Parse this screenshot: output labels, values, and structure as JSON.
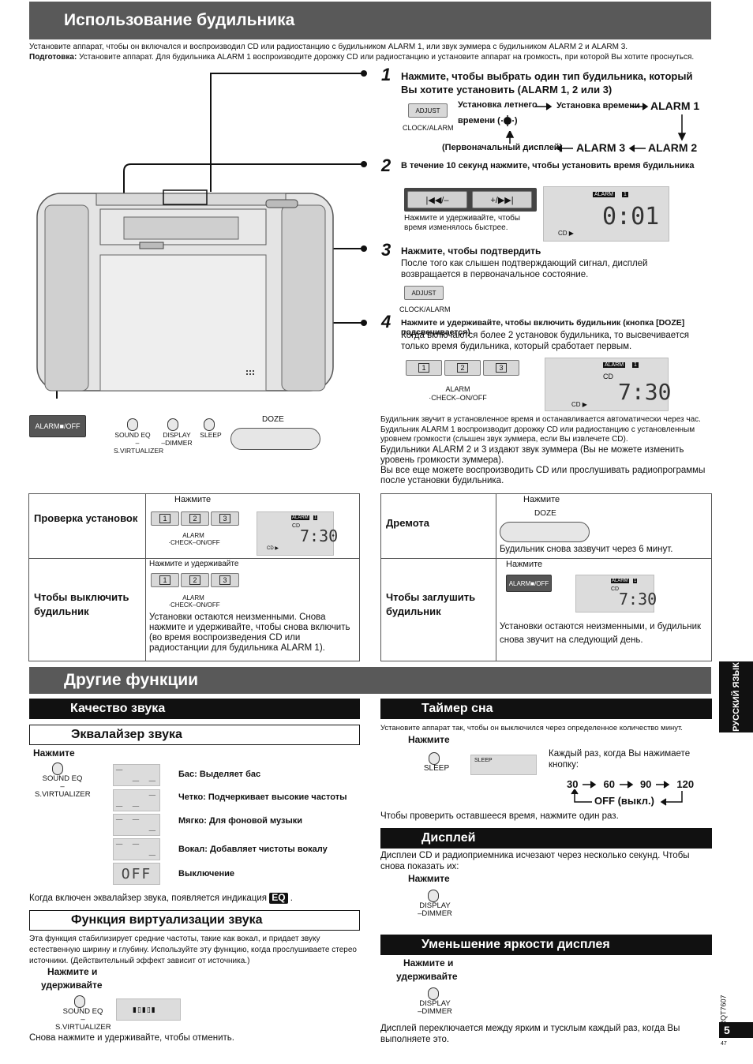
{
  "alarm_section": {
    "title": "Использование будильника",
    "intro": "Установите аппарат, чтобы он включался и воспроизводил CD или радиостанцию с будильником ALARM 1, или звук зуммера с будильником ALARM 2 и ALARM 3.",
    "prep_label": "Подготовка:",
    "prep_text": "Установите аппарат. Для будильника ALARM 1 воспроизводите дорожку CD или радиостанцию и установите аппарат на громкость, при которой Вы хотите проснуться."
  },
  "steps": [
    {
      "num": "1",
      "text": "Нажмите, чтобы выбрать один тип будильника, который Вы хотите установить (ALARM 1, 2 или 3)"
    },
    {
      "num": "2",
      "text": "В течение 10 секунд нажмите, чтобы установить время будильника"
    },
    {
      "num": "3",
      "text": "Нажмите, чтобы подтвердить",
      "detail": "После того как слышен подтверждающий сигнал, дисплей возвращается в первоначальное состояние."
    },
    {
      "num": "4",
      "text": "Нажмите и удерживайте, чтобы включить будильник (кнопка [DOZE] подсвечивается)",
      "detail": "Когда включаются более 2 установок будильника, то высвечивается только время будильника, который сработает первым."
    }
  ],
  "step1_flow": {
    "adjust": "ADJUST",
    "clock_alarm": "CLOCK/ALARM",
    "summer_time_1": "Установка летнего",
    "summer_time_2": "времени (",
    "summer_time_3": ")",
    "set_time": "Установка времени",
    "alarm1": "ALARM 1",
    "alarm2": "ALARM 2",
    "alarm3": "ALARM 3",
    "initial_display": "(Первоначальный дисплей)"
  },
  "step2": {
    "btn_prev": "|◀◀/–",
    "btn_next": "+/▶▶|",
    "hint": "Нажмите и удерживайте, чтобы время изменялось быстрее.",
    "lcd_alarm": "ALARM",
    "lcd_num": "1",
    "lcd_time": "0:01",
    "lcd_cd": "CD ▶"
  },
  "step3": {
    "adjust": "ADJUST",
    "clock_alarm": "CLOCK/ALARM"
  },
  "step4": {
    "b1": "1",
    "b2": "2",
    "b3": "3",
    "alarm": "ALARM",
    "check": "·CHECK–ON/OFF",
    "lcd_alarm": "ALARM",
    "lcd_num": "1",
    "lcd_cd_top": "CD",
    "lcd_time": "7:30",
    "lcd_cd": "CD ▶"
  },
  "alarm_notes": {
    "n1": "Будильник звучит в установленное время и останавливается автоматически через час.",
    "n2": "Будильник ALARM 1 воспроизводит дорожку CD или радиостанцию с установленным уровнем громкости (слышен звук зуммера, если Вы извлечете CD).",
    "n3": "Будильники ALARM 2 и 3 издают звук зуммера (Вы не можете изменить уровень громкости зуммера).",
    "n4": "Вы все еще можете воспроизводить CD или прослушивать радиопрограммы после установки будильника."
  },
  "device": {
    "alarm_off": "ALARM■/OFF",
    "sound_eq": "SOUND EQ",
    "s_virtualizer": "–S.VIRTUALIZER",
    "display": "DISPLAY",
    "dimmer": "–DIMMER",
    "sleep": "SLEEP",
    "doze": "DOZE"
  },
  "table_left": {
    "row1_label": "Проверка установок",
    "row1_action": "Нажмите",
    "row2_label": "Чтобы выключить будильник",
    "row2_action": "Нажмите и удерживайте",
    "row2_note": "Установки остаются неизменными. Снова нажмите и удерживайте, чтобы снова включить (во время воспроизведения CD или радиостанции для будильника ALARM 1).",
    "b1": "1",
    "b2": "2",
    "b3": "3",
    "alarm": "ALARM",
    "check": "·CHECK–ON/OFF",
    "lcd_alarm": "ALARM",
    "lcd_num": "1",
    "lcd_cd_top": "CD",
    "lcd_time": "7:30",
    "lcd_cd": "CD ▶"
  },
  "table_right": {
    "row1_label": "Дремота",
    "row1_action": "Нажмите",
    "row1_btn": "DOZE",
    "row1_note": "Будильник снова зазвучит через 6 минут.",
    "row2_label": "Чтобы заглушить будильник",
    "row2_action": "Нажмите",
    "row2_btn": "ALARM■/OFF",
    "row2_note": "Установки остаются неизменными, и будильник снова звучит на следующий день.",
    "lcd_alarm": "ALARM",
    "lcd_num": "1",
    "lcd_cd_top": "CD",
    "lcd_time": "7:30"
  },
  "other": {
    "title": "Другие функции",
    "sound_quality": "Качество звука",
    "equalizer": "Эквалайзер звука",
    "press": "Нажмите",
    "sound_eq": "SOUND EQ",
    "s_virtualizer": "–S.VIRTUALIZER",
    "eq_modes": [
      {
        "lcd": "‾ _ _",
        "label": "Бас: Выделяет бас"
      },
      {
        "lcd": "_ _ ‾",
        "label": "Четко: Подчеркивает высокие частоты"
      },
      {
        "lcd": "‾ ‾ _",
        "label": "Мягко: Для фоновой музыки"
      },
      {
        "lcd": "‾ ‾ _",
        "label": "Вокал: Добавляет чистоты вокалу"
      },
      {
        "lcd": "OFF",
        "label": "Выключение"
      }
    ],
    "eq_indicator": "Когда включен эквалайзер звука, появляется индикация",
    "eq_icon": "EQ",
    "virtualizer_title": "Функция виртуализации звука",
    "virtualizer_text": "Эта функция стабилизирует средние частоты, такие как вокал, и придает звуку естественную ширину и глубину. Используйте эту функцию, когда прослушиваете стерео источники. (Действительный эффект зависит от источника.)",
    "press_hold_1": "Нажмите и",
    "press_hold_2": "удерживайте",
    "virt_lcd": "▮▯▮▯▮",
    "cancel_text": "Снова нажмите и удерживайте, чтобы отменить.",
    "sleep_title": "Таймер сна",
    "sleep_intro": "Установите аппарат так, чтобы он выключился через определенное количество минут.",
    "sleep": "SLEEP",
    "sleep_lcd": "SLEEP",
    "each_press": "Каждый раз, когда Вы нажимаете кнопку:",
    "sleep_values": [
      "30",
      "60",
      "90",
      "120"
    ],
    "sleep_off": "OFF (выкл.)",
    "sleep_check": "Чтобы проверить оставшееся время, нажмите один раз.",
    "display_title": "Дисплей",
    "display_text": "Дисплеи CD и радиоприемника исчезают через несколько секунд. Чтобы снова показать их:",
    "display": "DISPLAY",
    "dimmer": "–DIMMER",
    "dimmer_title": "Уменьшение яркости дисплея",
    "dimmer_text": "Дисплей переключается между ярким и тусклым каждый раз, когда Вы выполняете это."
  },
  "side": {
    "lang": "РУССКИЙ ЯЗЫК",
    "code": "RQT7607",
    "page": "5",
    "page_small": "47"
  }
}
